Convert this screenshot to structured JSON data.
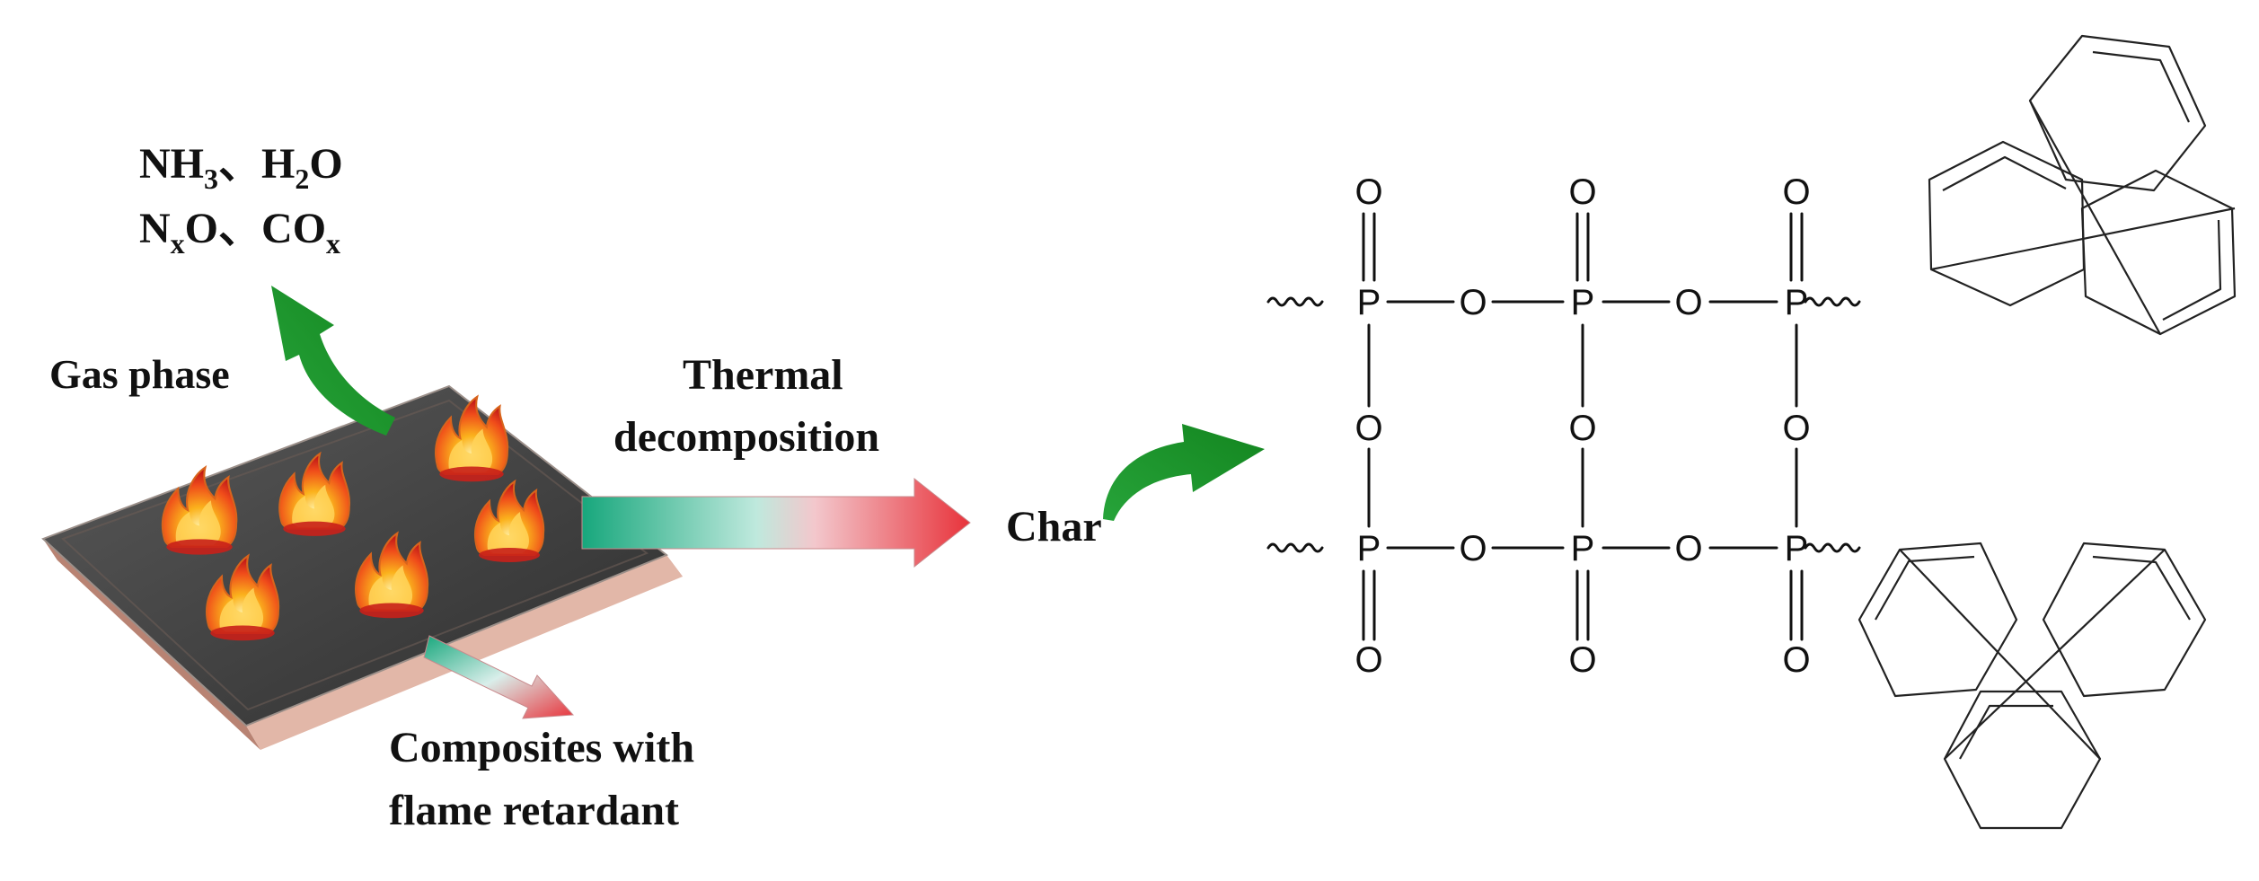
{
  "gases": {
    "line1_a": "NH",
    "line1_a_sub": "3",
    "line1_sep": "、",
    "line1_b1": "H",
    "line1_b_sub": "2",
    "line1_b2": "O",
    "line2_a1": "N",
    "line2_a_sub": "x",
    "line2_a2": "O",
    "line2_sep": "、",
    "line2_b": "CO",
    "line2_b_sub": "x"
  },
  "labels": {
    "gas_phase": "Gas phase",
    "thermal_line1": "Thermal",
    "thermal_line2": "decomposition",
    "char": "Char",
    "composites_line1": "Composites with",
    "composites_line2": "flame retardant"
  },
  "structure": {
    "phosphorus": "P",
    "oxygen": "O"
  },
  "colors": {
    "green_arrow": "#1f9a2e",
    "plate_top": "#3d3d3d",
    "plate_side": "#d9a899",
    "arrow_teal": "#2bb58a",
    "arrow_red": "#e8333b",
    "flame_outer": "#f5a31a",
    "flame_inner": "#e02b1e"
  }
}
